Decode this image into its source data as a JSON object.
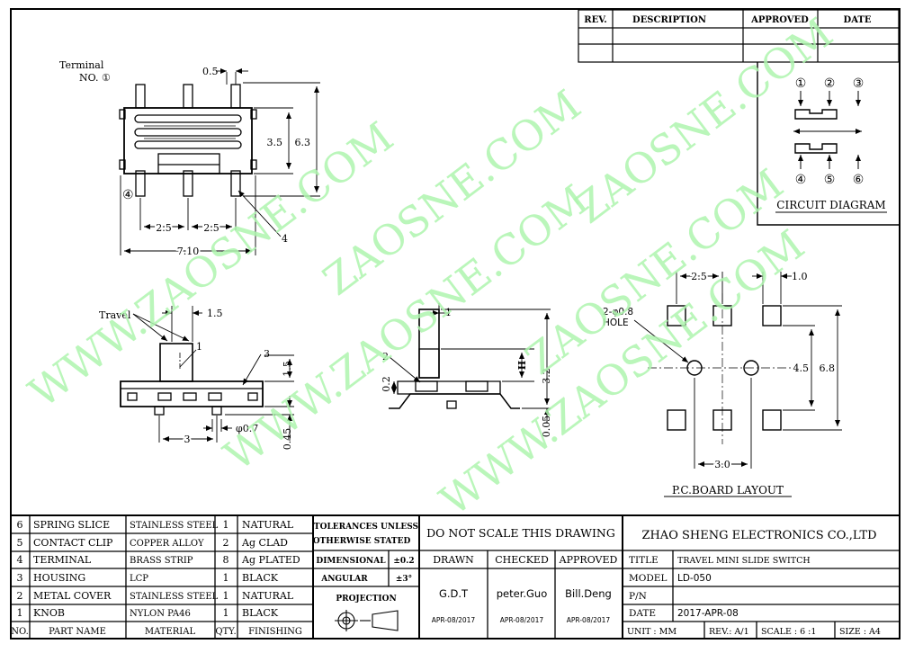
{
  "revision_table": {
    "headers": [
      "REV.",
      "DESCRIPTION",
      "APPROVED",
      "DATE"
    ]
  },
  "watermark": [
    "WWW.ZAOSNE.COM",
    "ZAOSNE.COM",
    "WWW.ZAOSNE.COM",
    "ZAOSNE.COM",
    "WWW.ZAOSNE.COM",
    "ZAOSNE.COM"
  ],
  "top_view": {
    "terminal_label": "Terminal",
    "terminal_no": "NO. ①",
    "dim_05": "0.5",
    "dim_35": "3.5",
    "dim_63": "6.3",
    "dim_25a": "2.5",
    "dim_25b": "2.5",
    "dim_710": "7.10",
    "pin4": "④",
    "callout4": "4"
  },
  "side_view": {
    "travel_label": "Travel",
    "dim_15": "1.5",
    "callout1": "1",
    "callout3": "3",
    "dim_15v": "1.5",
    "dim_045": "0.45",
    "dim_3": "3",
    "dim_07": "φ0.7"
  },
  "end_view": {
    "dim_1": "1",
    "callout2": "2",
    "dim_h": "H",
    "dim_32": "3.2",
    "dim_02": "0.2",
    "dim_005": "0.05"
  },
  "circuit": {
    "pins_top": [
      "①",
      "②",
      "③"
    ],
    "pins_bottom": [
      "④",
      "⑤",
      "⑥"
    ],
    "title": "CIRCUIT DIAGRAM"
  },
  "pcb": {
    "dim_25": "2.5",
    "dim_10": "1.0",
    "hole1": "2-φ0.8",
    "hole2": "HOLE",
    "dim_45": "4.5",
    "dim_68": "6.8",
    "dim_30": "3.0",
    "title": "P.C.BOARD LAYOUT"
  },
  "bom": {
    "rows": [
      {
        "no": "6",
        "part": "SPRING SLICE",
        "material": "STAINLESS STEEL",
        "qty": "1",
        "finish": "NATURAL"
      },
      {
        "no": "5",
        "part": "CONTACT CLIP",
        "material": "COPPER ALLOY",
        "qty": "2",
        "finish": "Ag CLAD"
      },
      {
        "no": "4",
        "part": "TERMINAL",
        "material": "BRASS STRIP",
        "qty": "8",
        "finish": "Ag PLATED"
      },
      {
        "no": "3",
        "part": "HOUSING",
        "material": "LCP",
        "qty": "1",
        "finish": "BLACK"
      },
      {
        "no": "2",
        "part": "METAL COVER",
        "material": "STAINLESS STEEL",
        "qty": "1",
        "finish": "NATURAL"
      },
      {
        "no": "1",
        "part": "KNOB",
        "material": "NYLON PA46",
        "qty": "1",
        "finish": "BLACK"
      }
    ],
    "header": {
      "no": "NO.",
      "part": "PART NAME",
      "material": "MATERIAL",
      "qty": "QTY.",
      "finish": "FINISHING"
    }
  },
  "tolerance": {
    "line1": "TOLERANCES UNLESS",
    "line2": "OTHERWISE STATED",
    "dim_label": "DIMENSIONAL",
    "dim_val": "±0.2",
    "ang_label": "ANGULAR",
    "ang_val": "±3°",
    "projection": "PROJECTION"
  },
  "signoff": {
    "note": "DO NOT SCALE THIS DRAWING",
    "drawn_h": "DRAWN",
    "checked_h": "CHECKED",
    "approved_h": "APPROVED",
    "drawn": "G.D.T",
    "checked": "peter.Guo",
    "approved": "Bill.Deng",
    "drawn_date": "APR-08/2017",
    "checked_date": "APR-08/2017",
    "approved_date": "APR-08/2017"
  },
  "title_block": {
    "company": "ZHAO SHENG ELECTRONICS CO.,LTD",
    "title_label": "TITLE",
    "title_value": "TRAVEL MINI SLIDE SWITCH",
    "model_label": "MODEL",
    "model_value": "LD-050",
    "pn_label": "P/N",
    "pn_value": "",
    "date_label": "DATE",
    "date_value": "2017-APR-08",
    "unit": "UNIT : MM",
    "rev": "REV.: A/1",
    "scale": "SCALE : 6 :1",
    "size": "SIZE : A4"
  }
}
